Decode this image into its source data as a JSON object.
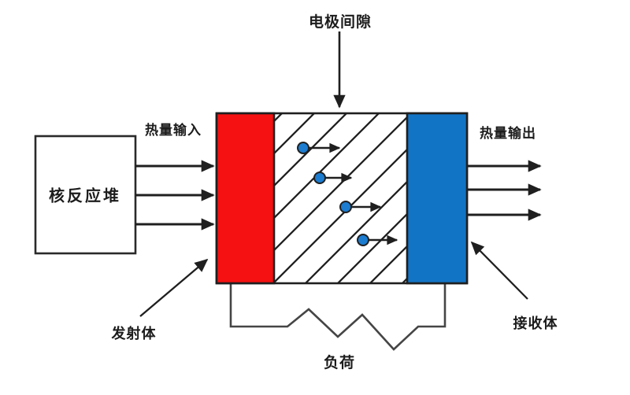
{
  "labels": {
    "electrode_gap": "电极间隙",
    "heat_input": "热量输入",
    "heat_output": "热量输出",
    "reactor": "核反应堆",
    "emitter": "发射体",
    "collector": "接收体",
    "load": "负荷"
  },
  "colors": {
    "emitter_fill": "#f51111",
    "collector_fill": "#1274c5",
    "electron_fill": "#1b7cd0",
    "line": "#1f1f1f",
    "wire": "#444444",
    "background": "#ffffff"
  },
  "electrons": {
    "count": 4
  }
}
